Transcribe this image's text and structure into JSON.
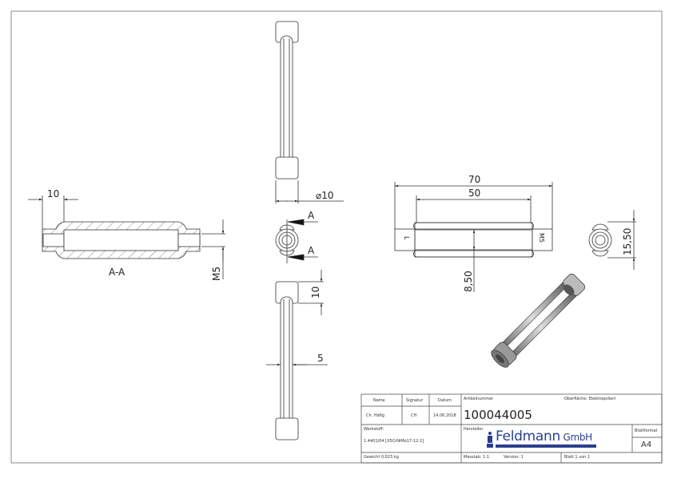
{
  "drawing": {
    "views": {
      "section": {
        "label": "A-A",
        "dim_top": "10",
        "dim_thread": "M5"
      },
      "top_view": {
        "dim_diameter": "⌀10"
      },
      "end_view": {
        "section_marker_top": "A",
        "section_marker_bottom": "A"
      },
      "bottom_view": {
        "dim_end": "10",
        "dim_width": "5"
      },
      "front_view": {
        "dim_overall": "70",
        "dim_inner": "50",
        "dim_height": "8,50",
        "marking_left": "L",
        "marking_right": "M5"
      },
      "side_view": {
        "dim_height": "15,50"
      },
      "iso_view": {
        "description": "isometric-render"
      }
    }
  },
  "title_block": {
    "headers": {
      "name": "Name",
      "signatur": "Signatur",
      "datum": "Datum"
    },
    "row": {
      "name": "Ch. Häfig",
      "signatur": "CH",
      "datum": "14.06.2018"
    },
    "werkstoff_label": "Werkstoff:",
    "werkstoff_value": "1.4401/04 [X5CrNiMo17-12-2]",
    "gewicht": "Gewicht 0,023 kg",
    "artikelnummer_label": "Artikelnummer",
    "artikelnummer": "100044005",
    "oberflaeche": "Oberfläche:  Elektropoliert",
    "hersteller_label": "Hersteller",
    "hersteller_logo": "Feldmann",
    "hersteller_logo_suffix": "GmbH",
    "massstab": "Masstab: 1:1",
    "version": "Version:   1",
    "blatt": "Blatt 1 von 1",
    "blattformat_label": "Blattformat",
    "blattformat": "A4"
  },
  "colors": {
    "line": "#333333",
    "hatch": "#555555",
    "logo": "#2a3f8f"
  }
}
